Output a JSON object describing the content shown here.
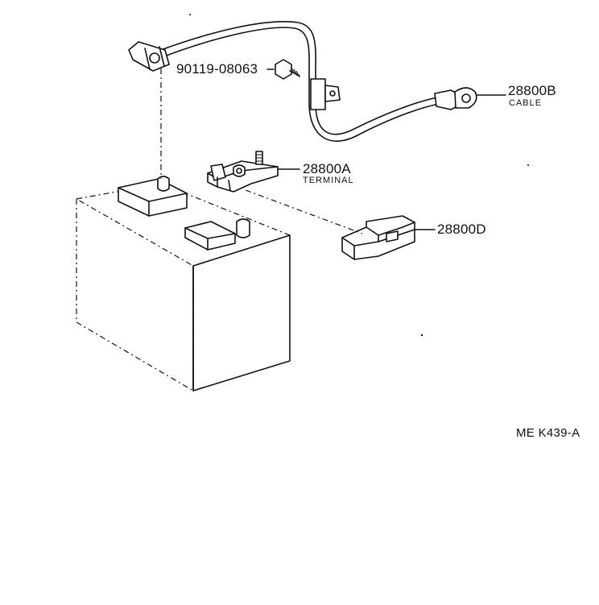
{
  "parts": [
    {
      "number": "90119-08063",
      "name": ""
    },
    {
      "number": "28800B",
      "name": "CABLE"
    },
    {
      "number": "28800A",
      "name": "TERMINAL"
    },
    {
      "number": "28800D",
      "name": ""
    }
  ],
  "diagram_code": "ME K439-A",
  "colors": {
    "line": "#111111",
    "background": "#ffffff"
  }
}
